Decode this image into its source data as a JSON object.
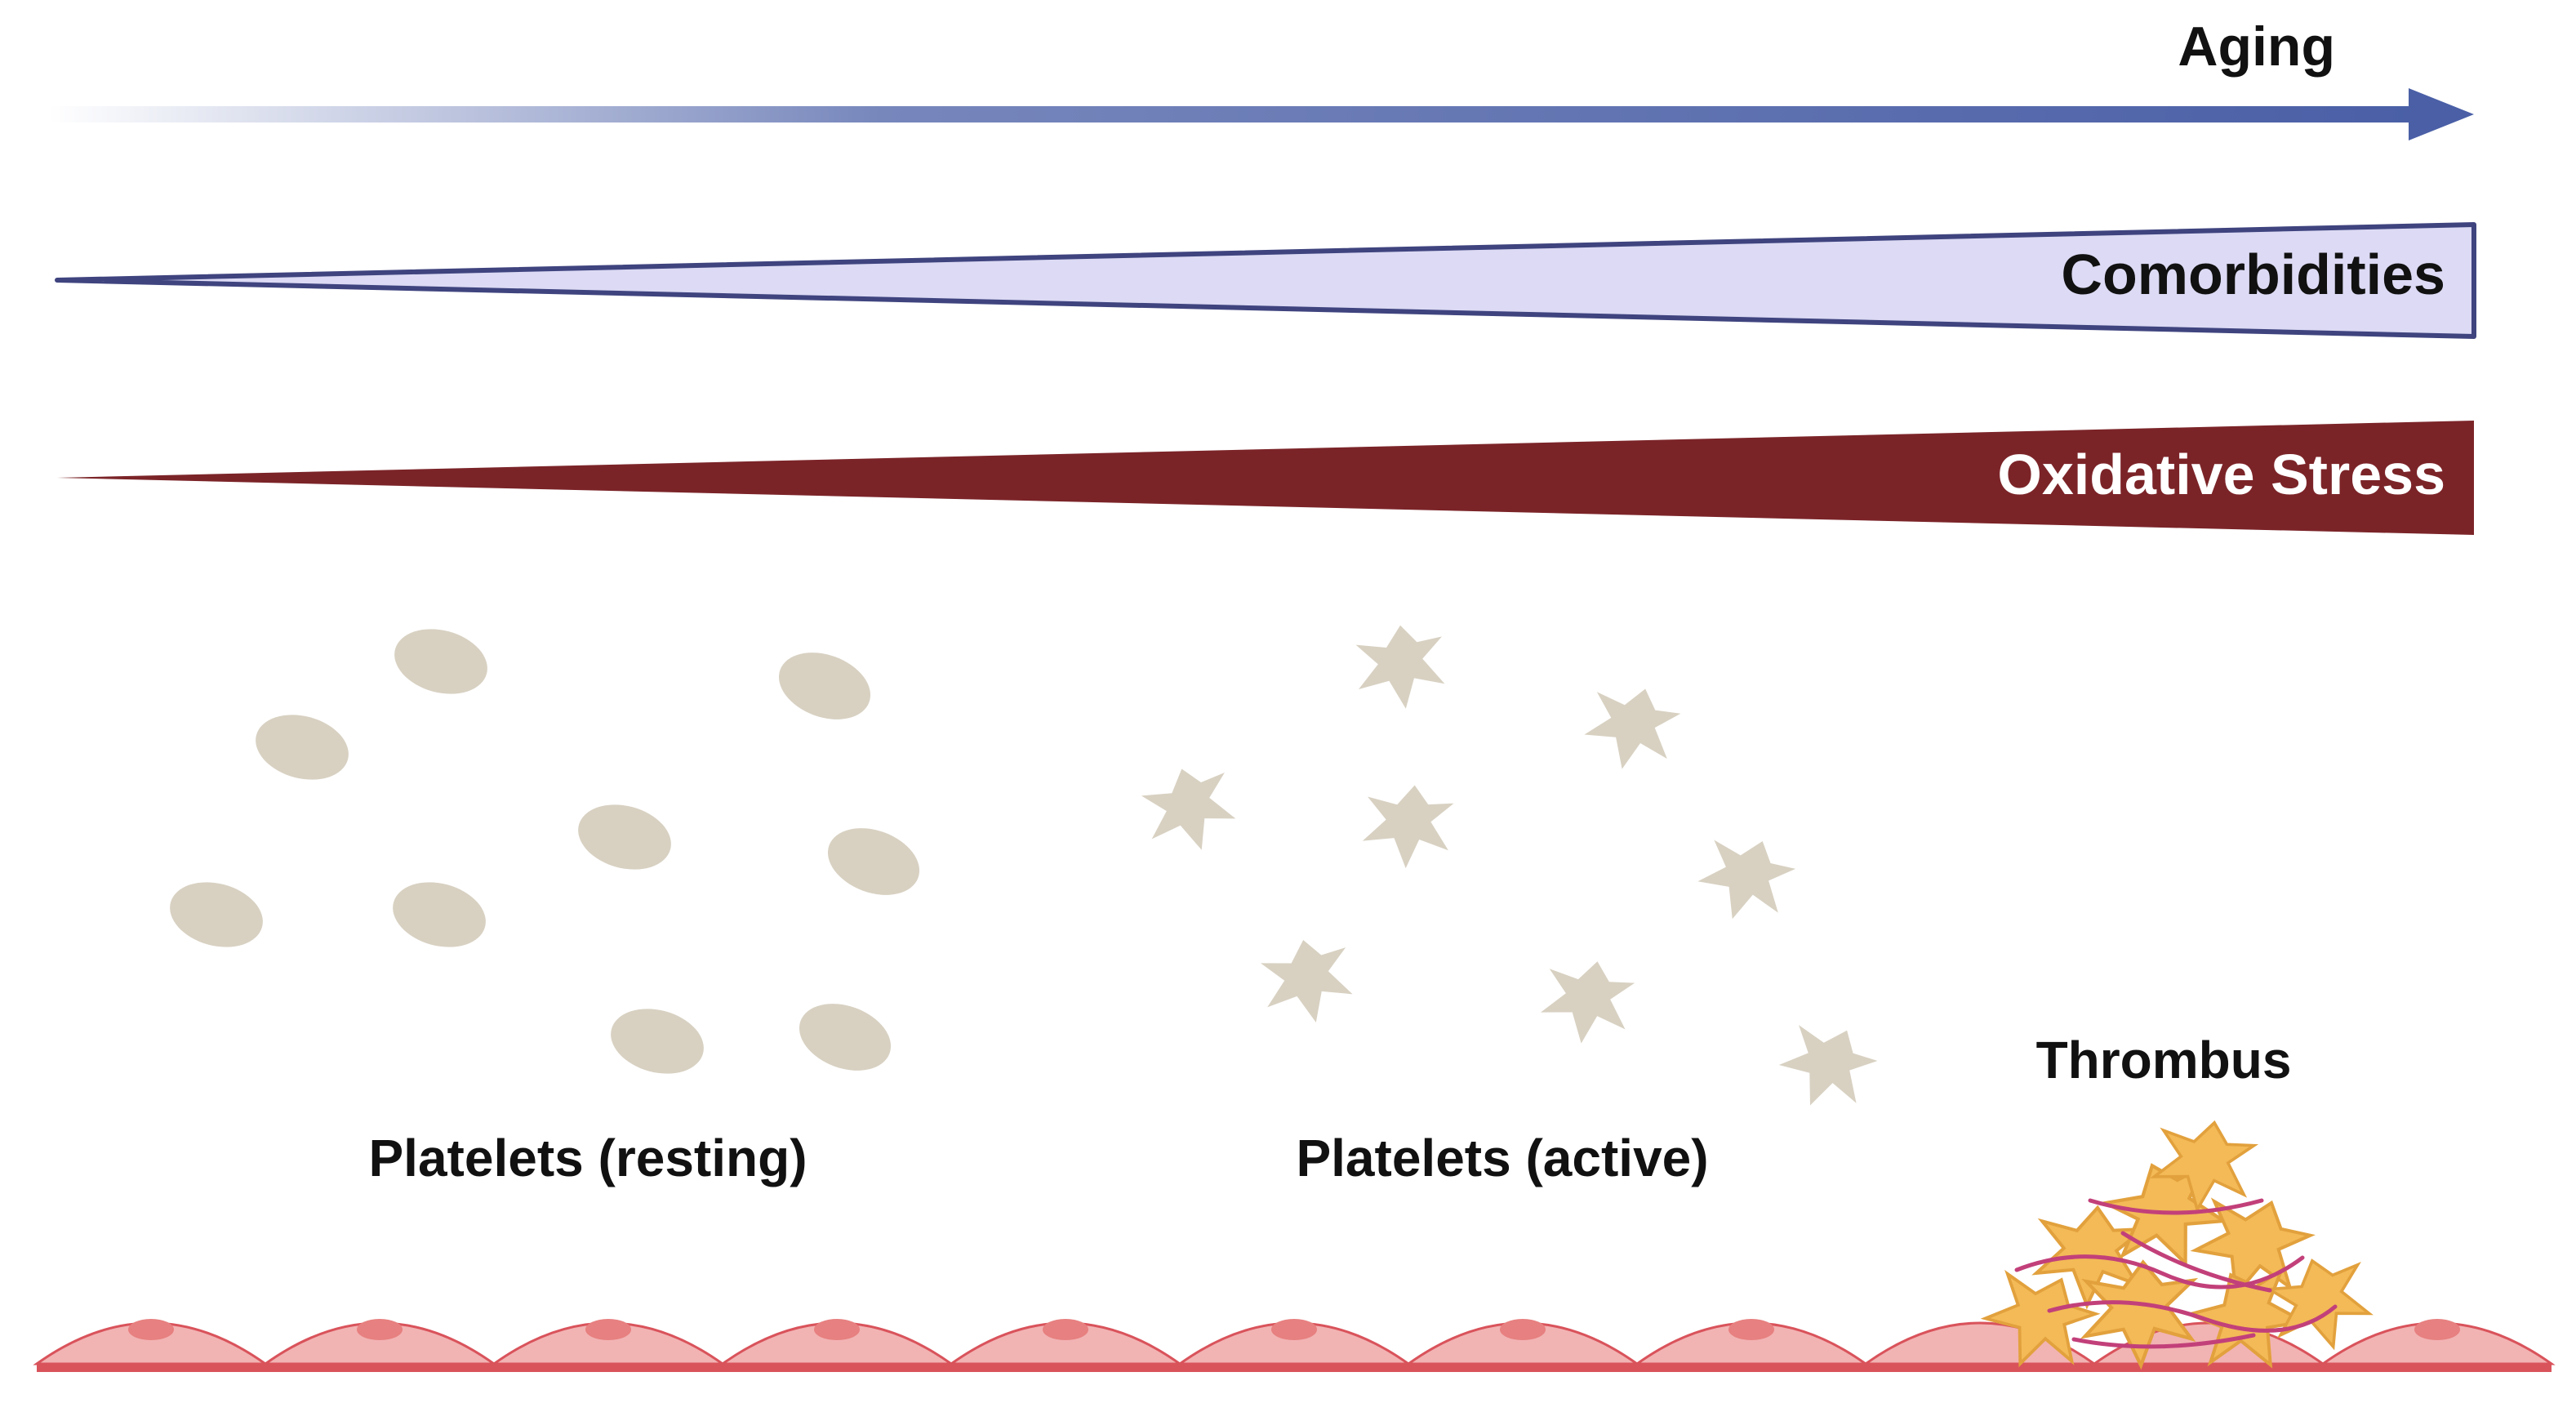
{
  "gradients": {
    "aging": {
      "label": "Aging",
      "color": "#4a5fa6"
    },
    "comorbidities": {
      "label": "Comorbidities",
      "fill": "#dcdaf4",
      "stroke": "#3f447f"
    },
    "oxidative_stress": {
      "label": "Oxidative Stress",
      "fill": "#7b2428",
      "text_color": "#ffffff"
    }
  },
  "cells": {
    "resting_label": "Platelets (resting)",
    "active_label": "Platelets (active)",
    "thrombus_label": "Thrombus",
    "platelet_color": "#d8d1c2",
    "thrombus_color": "#f3ba57",
    "fibrin_color": "#c2407a",
    "endothelium_color": "#f2b3b3",
    "nucleus_color": "#e78080",
    "endothelium_line_color": "#d9535b"
  },
  "icons": [
    "resting-platelet-icon",
    "active-platelet-icon",
    "thrombus-icon",
    "endothelial-cell-icon"
  ]
}
